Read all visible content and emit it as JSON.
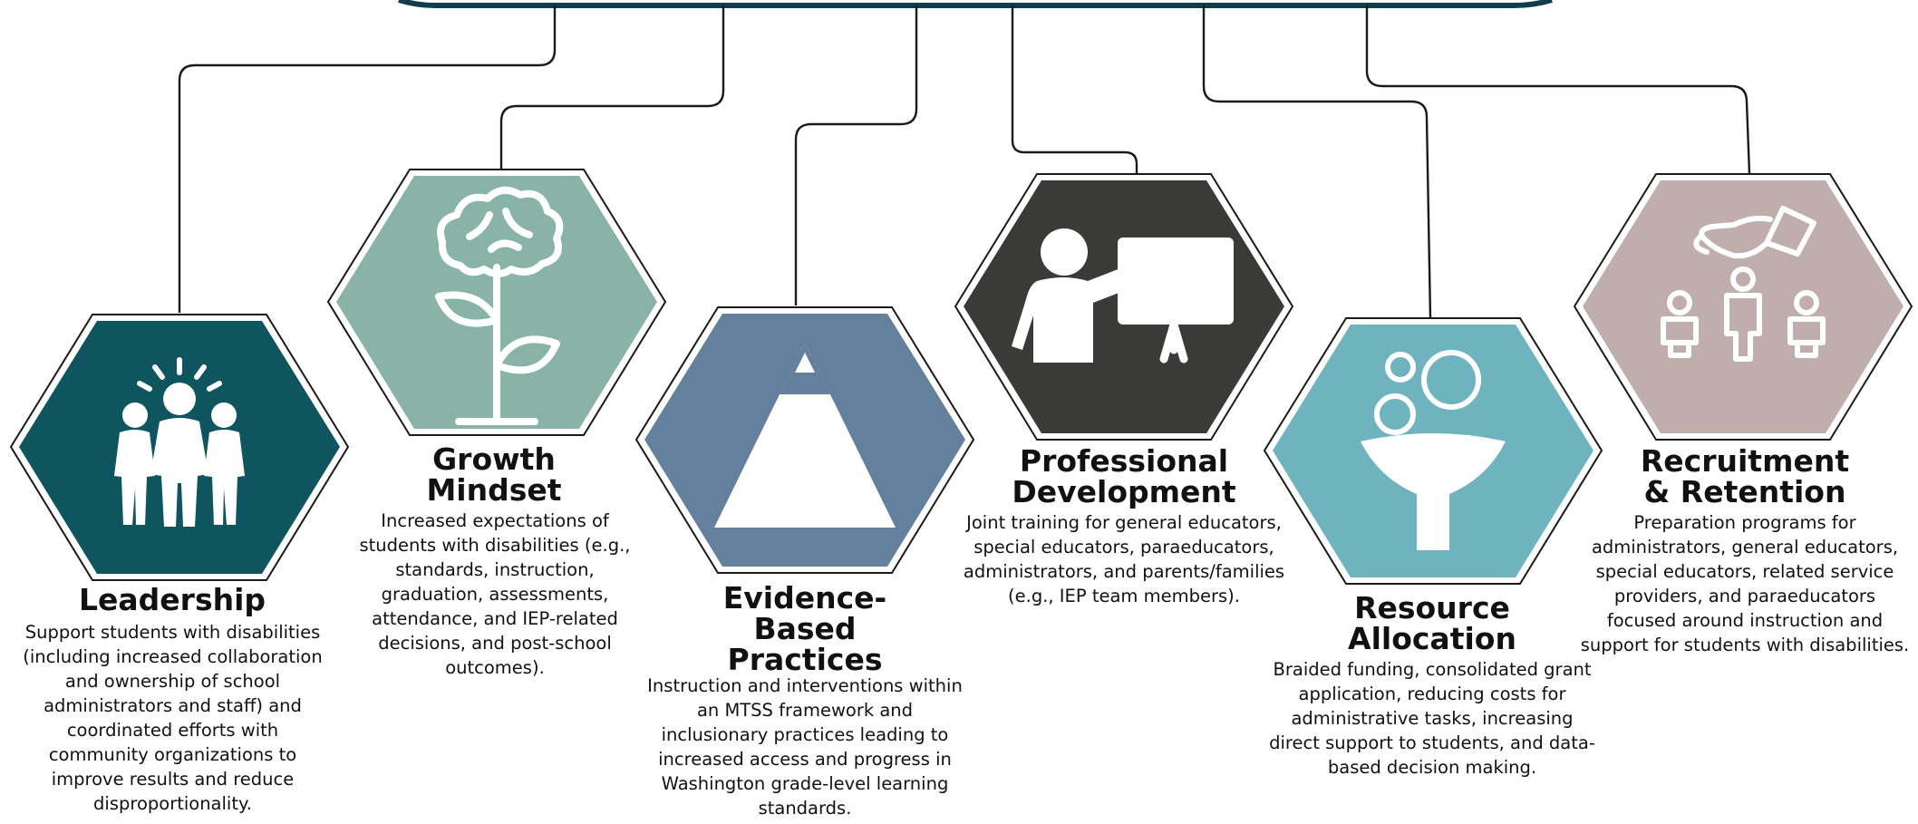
{
  "pillars": [
    {
      "id": "leadership",
      "title": "Leadership",
      "description": "Support students with disabilities (including increased collaboration and ownership of school administrators and staff) and coordinated efforts with community organizations to improve results and reduce disproportionality.",
      "color": "#0f5560",
      "icon": "people-group-icon"
    },
    {
      "id": "growth-mindset",
      "title": "Growth Mindset",
      "description": "Increased expectations of students with disabilities (e.g., standards, instruction, graduation, assessments, attendance, and IEP-related decisions, and post-school outcomes).",
      "color": "#89b3a6",
      "icon": "brain-flower-icon"
    },
    {
      "id": "evidence-based-practices",
      "title": "Evidence-Based Practices",
      "description": "Instruction and interventions within an MTSS framework and inclusionary practices leading to increased access and progress in Washington grade-level learning standards.",
      "color": "#63809c",
      "icon": "pyramid-icon"
    },
    {
      "id": "professional-development",
      "title": "Professional Development",
      "description": "Joint training for general educators, special educators, paraeducators, administrators, and parents/families (e.g., IEP team members).",
      "color": "#3a3b38",
      "icon": "presenter-board-icon"
    },
    {
      "id": "resource-allocation",
      "title": "Resource Allocation",
      "description": "Braided funding, consolidated grant application, reducing costs for administrative tasks, increasing direct support to students, and data-based decision making.",
      "color": "#6fb3bf",
      "icon": "coins-funnel-icon"
    },
    {
      "id": "recruitment-retention",
      "title": "Recruitment & Retention",
      "description": "Preparation programs for administrators, general educators, special educators, related service providers, and paraeducators focused around instruction and support for students with disabilities.",
      "color": "#c0aead",
      "icon": "hand-selecting-person-icon"
    }
  ],
  "colors": {
    "connector": "#1a1a1a",
    "top_bar": "#0f3d4c",
    "hex_outline": "#1a1a1a",
    "icon_fill": "#ffffff"
  }
}
